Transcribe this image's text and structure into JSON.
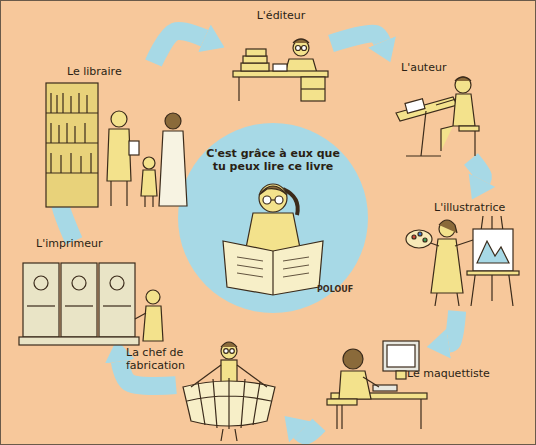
{
  "diagram": {
    "nodes": [
      {
        "text": [
          "L'éditeur"
        ]
      },
      {
        "text": [
          "L'auteur"
        ]
      },
      {
        "text": [
          "L'illustratrice"
        ]
      },
      {
        "text": [
          "Le maquettiste"
        ]
      },
      {
        "text": [
          "La chef de fabrication"
        ]
      },
      {
        "text": [
          "L'imprimeur"
        ]
      },
      {
        "text": [
          "Le libraire"
        ]
      },
      {
        "text": [
          "C'est grâce à eux que tu peux lire ce livre"
        ]
      }
    ],
    "edges": [
      {
        "from": 0,
        "to": 1,
        "arrow": "to"
      },
      {
        "from": 1,
        "to": 2,
        "arrow": "to"
      },
      {
        "from": 2,
        "to": 3,
        "arrow": "to"
      },
      {
        "from": 3,
        "to": 4,
        "arrow": "to"
      },
      {
        "from": 4,
        "to": 5,
        "arrow": "to"
      },
      {
        "from": 5,
        "to": 6,
        "arrow": "to"
      },
      {
        "from": 6,
        "to": 0,
        "arrow": "to"
      }
    ],
    "labels": [
      "POLOUF"
    ]
  }
}
